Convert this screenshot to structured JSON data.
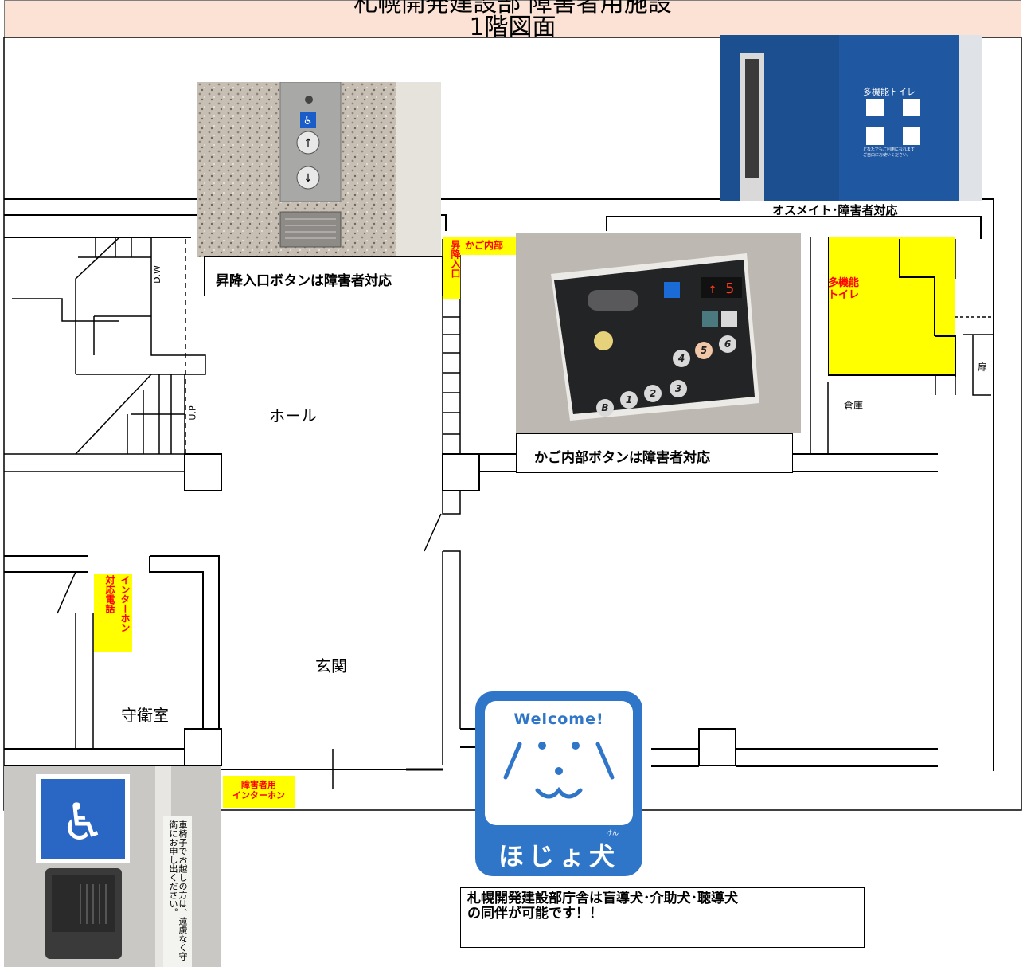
{
  "header": {
    "cut_title": "札幌開発建設部 障害者用施設",
    "title": "1階図面"
  },
  "rooms": {
    "hall": "ホール",
    "entrance": "玄関",
    "guard_room": "守衛室",
    "storage": "倉庫",
    "door": "扉",
    "stair_down": "D.W",
    "stair_up": "U.P"
  },
  "labels": {
    "elevator_landing": "昇降入口",
    "car_interior": "かご内部",
    "multi_toilet": "多機能\nトイレ",
    "ostomate": "オスメイト･障害者対応",
    "intercom_phone_1": "インターホン",
    "intercom_phone_2": "対応電話",
    "intercom_accessible_1": "障害者用",
    "intercom_accessible_2": "インターホン"
  },
  "captions": {
    "landing_button": "昇降入口ボタンは障害者対応",
    "car_button": "かご内部ボタンは障害者対応",
    "assistance_dog": "札幌開発建設部庁舎は盲導犬･介助犬･聴導犬\nの同伴が可能です！！"
  },
  "photos": {
    "toilet_sign": {
      "title": "多機能トイレ",
      "note": "どなたでもご利用になれます\nご自由にお使いください。"
    },
    "car_panel": {
      "indicator": "↑ 5",
      "floors": [
        "4",
        "5",
        "6",
        "B",
        "1",
        "2",
        "3"
      ]
    },
    "intercom": {
      "note": "車椅子でお越しの方は、遠慮なく守衛にお申し出ください。"
    }
  },
  "dog_sign": {
    "welcome": "Welcome!",
    "name": "ほじょ犬",
    "ruby": "けん"
  },
  "colors": {
    "header_bg": "#fbe2d5",
    "highlight": "#ffff00",
    "label_red": "#ff0000",
    "dog_blue": "#2f75c8",
    "sign_blue": "#1f5aa6"
  },
  "icons": [
    "wheelchair-icon",
    "up-arrow-icon",
    "down-arrow-icon",
    "dog-face-icon"
  ]
}
